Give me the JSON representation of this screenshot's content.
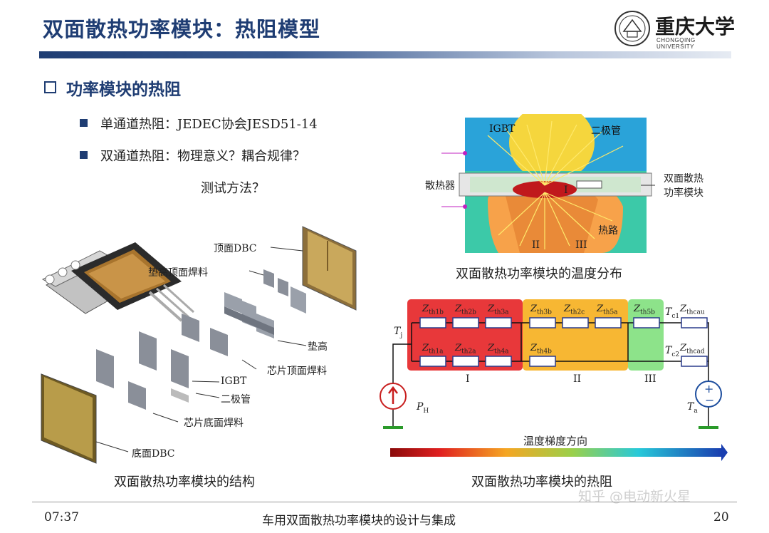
{
  "slide": {
    "title": "双面散热功率模块：热阻模型",
    "logo": {
      "name": "重庆大学",
      "sub": "CHONGQING UNIVERSITY"
    },
    "section": "功率模块的热阻",
    "bullets": [
      "单通道热阻：JEDEC协会JESD51-14",
      "双通道热阻：物理意义？耦合规律？"
    ],
    "bullet_cont": "测试方法？",
    "watermark": "知乎 @电动新火星"
  },
  "structure": {
    "caption": "双面散热功率模块的结构",
    "labels": {
      "top_dbc": "顶面DBC",
      "spacer_top_solder": "垫高顶面焊料",
      "spacer": "垫高",
      "chip_top_solder": "芯片顶面焊料",
      "igbt": "IGBT",
      "diode": "二极管",
      "chip_bottom_solder": "芯片底面焊料",
      "bottom_dbc": "底面DBC"
    }
  },
  "temperature": {
    "caption": "双面散热功率模块的温度分布",
    "labels": {
      "igbt": "IGBT",
      "diode": "二极管",
      "heatsink": "散热器",
      "module": [
        "双面散热",
        "功率模块"
      ],
      "heat_path": "热路",
      "region2": "II",
      "region3": "III",
      "region1": "I"
    }
  },
  "network": {
    "caption": "双面散热功率模块的热阻",
    "gradient_label": "温度梯度方向",
    "tj": "T",
    "tj_sub": "j",
    "ta": "T",
    "ta_sub": "a",
    "ph": "P",
    "ph_sub": "H",
    "tc1": "T",
    "tc1_sub": "c1",
    "tc2": "T",
    "tc2_sub": "c2",
    "zrow1": [
      [
        "Z",
        "th1b"
      ],
      [
        "Z",
        "th2b"
      ],
      [
        "Z",
        "th3a"
      ],
      [
        "Z",
        "th3b"
      ],
      [
        "Z",
        "th2c"
      ],
      [
        "Z",
        "th5a"
      ],
      [
        "Z",
        "th5b"
      ],
      [
        "Z",
        "thcau"
      ]
    ],
    "zrow2": [
      [
        "Z",
        "th1a"
      ],
      [
        "Z",
        "th2a"
      ],
      [
        "Z",
        "th4a"
      ],
      [
        "Z",
        "th4b"
      ],
      [
        "Z",
        "thcad"
      ]
    ],
    "regions": [
      "I",
      "II",
      "III"
    ],
    "colors": {
      "region1": "#e8383a",
      "region2": "#f7b733",
      "region3": "#8de38a"
    }
  },
  "footer": {
    "time": "07:37",
    "center": "车用双面散热功率模块的设计与集成",
    "page": "20"
  }
}
